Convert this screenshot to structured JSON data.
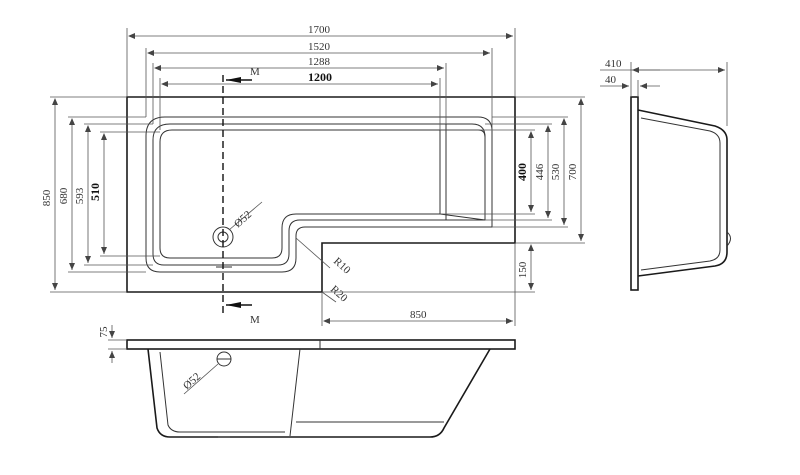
{
  "dimensions": {
    "overall_length": "1700",
    "length_1520": "1520",
    "length_1288": "1288",
    "length_1200": "1200",
    "overall_width": "850",
    "width_680": "680",
    "width_593": "593",
    "width_510": "510",
    "right_400": "400",
    "right_446": "446",
    "right_530": "530",
    "right_700": "700",
    "step_150": "150",
    "bottom_850": "850",
    "radius_inner": "R10",
    "radius_outer": "R20",
    "waste_top": "Ø52",
    "waste_side": "Ø52",
    "rim_height": "75",
    "end_depth": "410",
    "end_lip": "40",
    "section_top": "M",
    "section_bottom": "M"
  }
}
